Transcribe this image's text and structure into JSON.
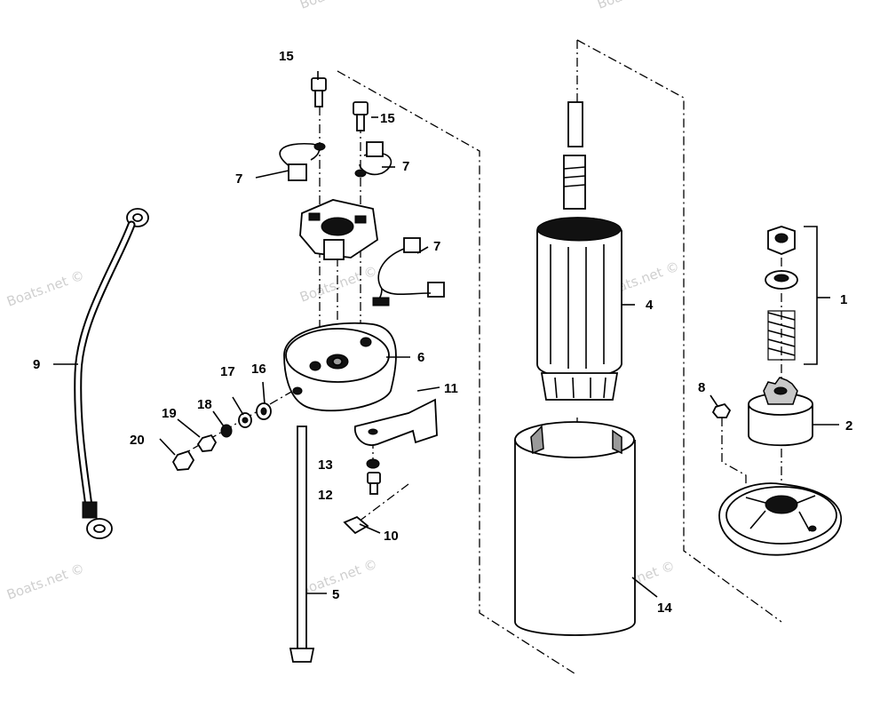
{
  "diagram": {
    "callouts": [
      {
        "id": "c1",
        "text": "1"
      },
      {
        "id": "c2",
        "text": "2"
      },
      {
        "id": "c4",
        "text": "4"
      },
      {
        "id": "c5",
        "text": "5"
      },
      {
        "id": "c6",
        "text": "6"
      },
      {
        "id": "c7a",
        "text": "7"
      },
      {
        "id": "c7b",
        "text": "7"
      },
      {
        "id": "c7c",
        "text": "7"
      },
      {
        "id": "c8",
        "text": "8"
      },
      {
        "id": "c9",
        "text": "9"
      },
      {
        "id": "c10",
        "text": "10"
      },
      {
        "id": "c11",
        "text": "11"
      },
      {
        "id": "c12",
        "text": "12"
      },
      {
        "id": "c13",
        "text": "13"
      },
      {
        "id": "c14",
        "text": "14"
      },
      {
        "id": "c15a",
        "text": "15"
      },
      {
        "id": "c15b",
        "text": "15"
      },
      {
        "id": "c16",
        "text": "16"
      },
      {
        "id": "c17",
        "text": "17"
      },
      {
        "id": "c18",
        "text": "18"
      },
      {
        "id": "c19",
        "text": "19"
      },
      {
        "id": "c20",
        "text": "20"
      }
    ],
    "watermark": "Boats.net ©",
    "colors": {
      "line": "#000000",
      "background": "#ffffff",
      "watermark": "#cfcfcf"
    }
  }
}
